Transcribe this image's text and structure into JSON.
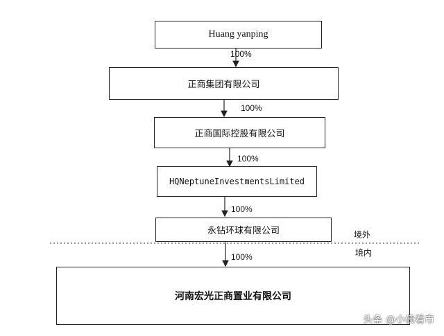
{
  "nodes": [
    {
      "label": "Huang yanping"
    },
    {
      "label": "正商集团有限公司"
    },
    {
      "label": "正商国际控股有限公司"
    },
    {
      "label": "HQNeptuneInvestmentsLimited"
    },
    {
      "label": "永钻环球有限公司"
    },
    {
      "label": "河南宏光正商置业有限公司"
    }
  ],
  "edges": [
    {
      "label": "100%"
    },
    {
      "label": "100%"
    },
    {
      "label": "100%"
    },
    {
      "label": "100%"
    },
    {
      "label": "100%"
    }
  ],
  "boundary": {
    "outside_label": "境外",
    "inside_label": "境内"
  },
  "watermark": "头条 @小债看市"
}
